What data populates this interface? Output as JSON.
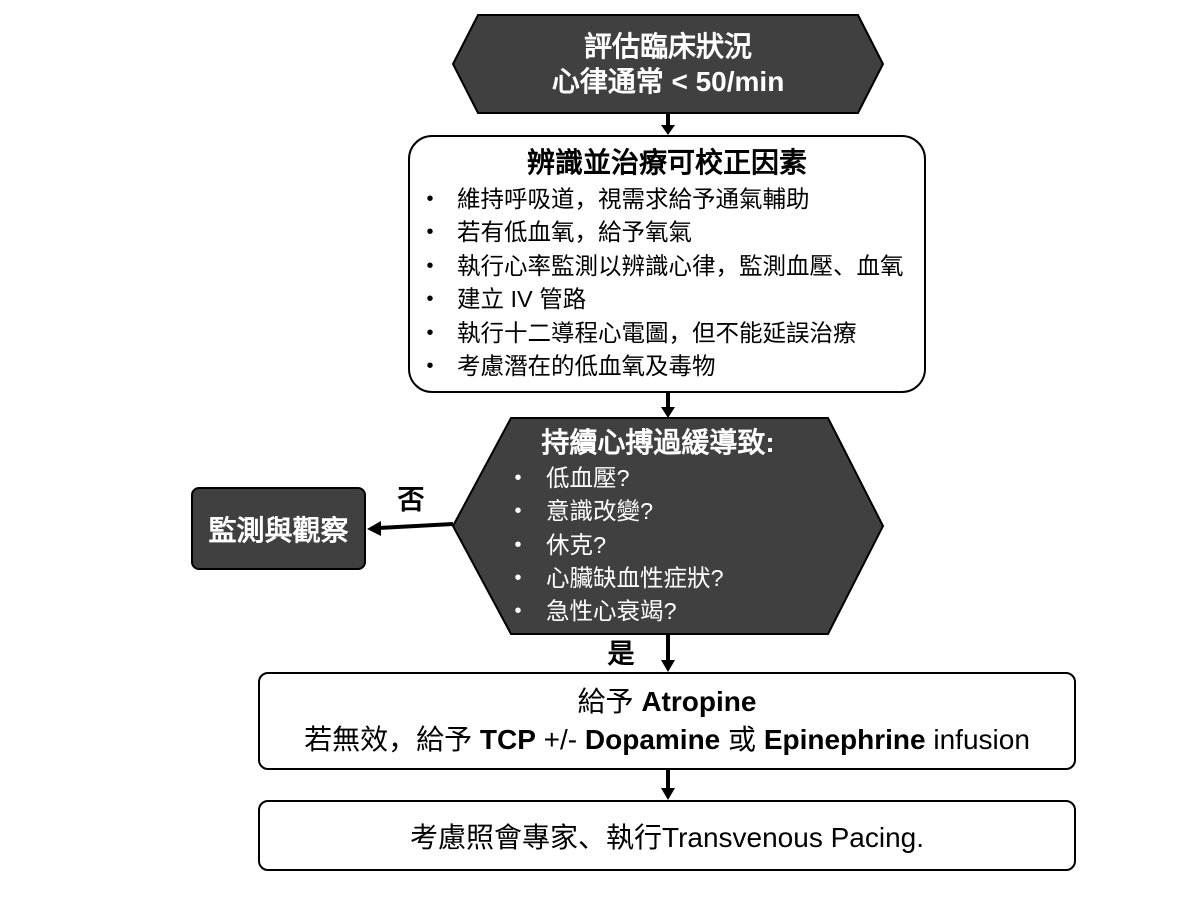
{
  "colors": {
    "dark_node_fill": "#404040",
    "border": "#000000",
    "light_box_fill": "#ffffff",
    "text_on_dark": "#ffffff",
    "text_on_light": "#000000"
  },
  "start": {
    "line1": "評估臨床狀況",
    "line2": "心律通常 < 50/min"
  },
  "correctable": {
    "title": "辨識並治療可校正因素",
    "items": [
      "維持呼吸道，視需求給予通氣輔助",
      "若有低血氧，給予氧氣",
      "執行心率監測以辨識心律，監測血壓、血氧",
      "建立 IV 管路",
      "執行十二導程心電圖，但不能延誤治療",
      "考慮潛在的低血氧及毒物"
    ]
  },
  "decision": {
    "title": "持續心搏過緩導致:",
    "items": [
      "低血壓?",
      "意識改變?",
      "休克?",
      "心臟缺血性症狀?",
      "急性心衰竭?"
    ]
  },
  "branches": {
    "no_label": "否",
    "yes_label": "是"
  },
  "monitor": {
    "label": "監測與觀察"
  },
  "treatment": {
    "line1": [
      "給予 ",
      "Atropine"
    ],
    "line2": [
      "若無效，給予 ",
      "TCP",
      " +/- ",
      "Dopamine",
      " 或 ",
      "Epinephrine",
      " infusion"
    ]
  },
  "referral": {
    "text": "考慮照會專家、執行Transvenous Pacing."
  }
}
